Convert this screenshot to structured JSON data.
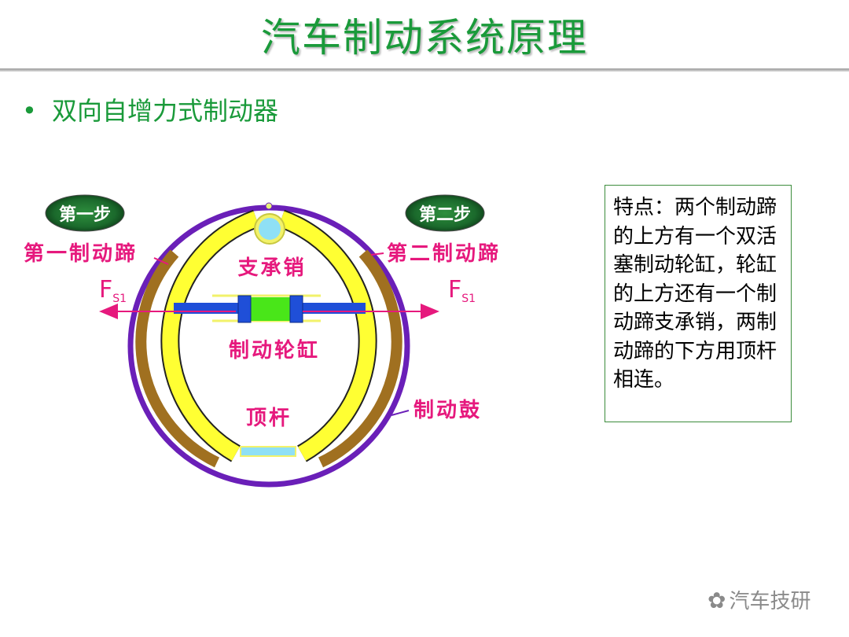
{
  "slide": {
    "title": "汽车制动系统原理",
    "bullet": "双向自增力式制动器"
  },
  "diagram": {
    "step_one": "第一步",
    "step_two": "第二步",
    "shoe_one": "第一制动蹄",
    "shoe_two": "第二制动蹄",
    "force_left": "F",
    "force_left_sub": "S1",
    "force_right": "F",
    "force_right_sub": "S1",
    "support_pin": "支承销",
    "wheel_cylinder": "制动轮缸",
    "push_rod": "顶杆",
    "brake_drum": "制动鼓"
  },
  "note": {
    "text": "特点：两个制动蹄的上方有一个双活塞制动轮缸，轮缸的上方还有一个制动蹄支承销，两制动蹄的下方用顶杆相连。"
  },
  "watermark": {
    "text": "汽车技研"
  },
  "colors": {
    "title_green": "#1a9a3a",
    "label_magenta": "#e6197d",
    "drum_purple": "#6a1fb8",
    "shoe_yellow": "#ffff33",
    "lining_brown": "#a07020"
  }
}
